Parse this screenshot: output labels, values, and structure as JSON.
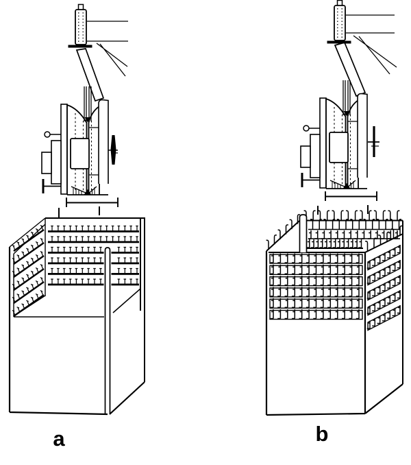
{
  "figures": [
    {
      "label": "a"
    },
    {
      "label": "b"
    }
  ],
  "colors": {
    "ink": "#000000",
    "paper": "#ffffff"
  },
  "pattern": {
    "box_a": {
      "back_rails": 6,
      "teeth_per_back_rail": 15,
      "left_rails": 6,
      "teeth_per_left_rail": 7
    },
    "box_b": {
      "front_rails": 6,
      "hooks_per_front_rail": 13,
      "side_rails": 5,
      "hooks_per_side_rail": 7,
      "top_rows": 4,
      "hooks_per_top_row": 14,
      "slant_hooks": 6,
      "right_top_hooks": 6
    }
  }
}
